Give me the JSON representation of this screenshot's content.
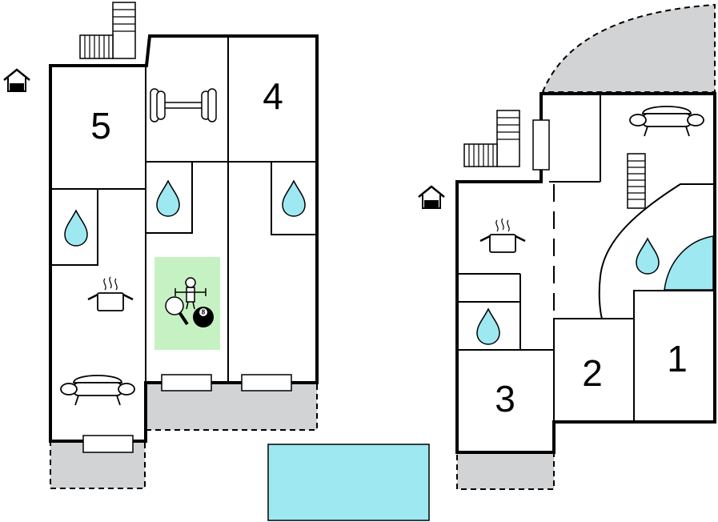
{
  "rooms": {
    "r1": "1",
    "r2": "2",
    "r3": "3",
    "r4": "4",
    "r5": "5"
  },
  "billiard_ball_number": "8",
  "icons": [
    "entrance-icon",
    "stairs-icon",
    "dumbbell-icon",
    "water-drop-icon",
    "cooking-pot-icon",
    "sofa-icon",
    "table-tennis-icon",
    "table-football-icon",
    "billiard-ball-icon",
    "window-icon",
    "ladder-icon",
    "whirlpool-icon"
  ],
  "colors": {
    "water": "#9ee8f2",
    "terrace": "#d1d3d4",
    "game_room": "#c6f2c3",
    "wall": "#000000"
  }
}
